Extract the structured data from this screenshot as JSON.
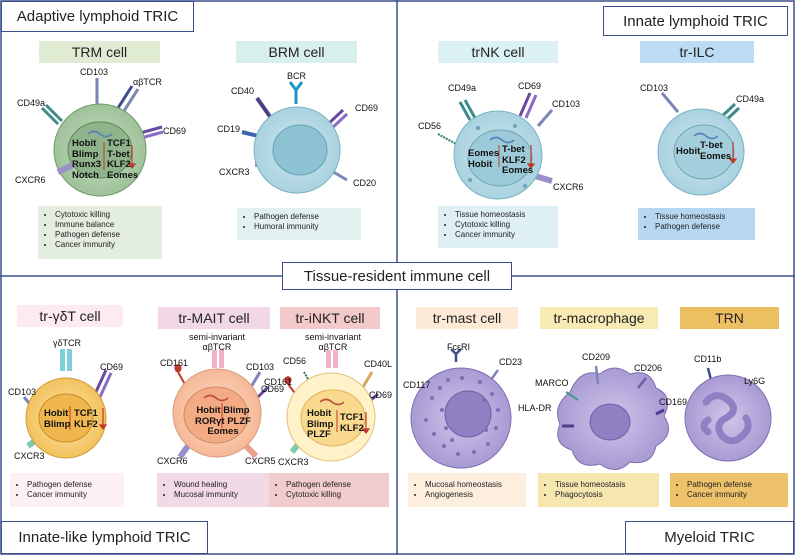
{
  "title": "Tissue-resident immune cell",
  "quadrants": {
    "adaptive": "Adaptive lymphoid TRIC",
    "innate": "Innate lymphoid TRIC",
    "innate_like": "Innate-like lymphoid TRIC",
    "myeloid": "Myeloid TRIC"
  },
  "colors": {
    "divider": "#3a4f8c",
    "arrow": "#c0392b"
  },
  "cells": {
    "trm": {
      "name": "TRM cell",
      "markers": [
        "CD103",
        "αβTCR",
        "CD49a",
        "CD69",
        "CXCR6"
      ],
      "factors_up": [
        "Hobit",
        "Blimp",
        "Runx3",
        "Notch"
      ],
      "factors_down": [
        "TCF1",
        "T-bet",
        "KLF2",
        "Eomes"
      ],
      "functions": [
        "Cytotoxic killing",
        "Immune balance",
        "Pathogen defense",
        "Cancer immunity"
      ]
    },
    "brm": {
      "name": "BRM cell",
      "markers": [
        "BCR",
        "CD40",
        "CD69",
        "CD19",
        "CXCR3",
        "CD20"
      ],
      "functions": [
        "Pathogen defense",
        "Humoral immunity"
      ]
    },
    "trnk": {
      "name": "trNK cell",
      "markers": [
        "CD49a",
        "CD69",
        "CD103",
        "CD56",
        "CXCR6"
      ],
      "factors_up": [
        "Eomes",
        "Hobit"
      ],
      "factors_down": [
        "T-bet",
        "KLF2",
        "Eomes"
      ],
      "functions": [
        "Tissue homeostasis",
        "Cytotoxic killing",
        "Cancer immunity"
      ]
    },
    "trilc": {
      "name": "tr-ILC",
      "markers": [
        "CD103",
        "CD49a"
      ],
      "factors_up": [
        "Hobit"
      ],
      "factors_down": [
        "T-bet",
        "Eomes"
      ],
      "functions": [
        "Tissue homeostasis",
        "Pathogen defense"
      ]
    },
    "trgdt": {
      "name": "tr-γδT cell",
      "markers": [
        "γδTCR",
        "CD103",
        "CD69",
        "CXCR3"
      ],
      "factors_up": [
        "Hobit",
        "Blimp"
      ],
      "factors_down": [
        "TCF1",
        "KLF2"
      ],
      "functions": [
        "Pathogen defense",
        "Cancer immunity"
      ]
    },
    "trmait": {
      "name": "tr-MAIT cell",
      "receptor": "semi-invariant αβTCR",
      "markers": [
        "CD161",
        "CD103",
        "CD69",
        "CXCR6",
        "CXCR5"
      ],
      "factors_up": [
        "Hobit Blimp",
        "RORγt PLZF",
        "Eomes"
      ],
      "functions": [
        "Wound healing",
        "Mucosal immunity"
      ]
    },
    "trinkt": {
      "name": "tr-iNKT cell",
      "receptor": "semi-invariant αβTCR",
      "markers": [
        "CD56",
        "CD40L",
        "CD161",
        "CD69",
        "CXCR3"
      ],
      "factors_up": [
        "Hobit",
        "Blimp",
        "PLZF"
      ],
      "factors_down": [
        "TCF1",
        "KLF2"
      ],
      "functions": [
        "Pathogen defense",
        "Cytotoxic killing"
      ]
    },
    "trmast": {
      "name": "tr-mast cell",
      "markers": [
        "FcεRI",
        "CD23",
        "CD117"
      ],
      "functions": [
        "Mucosal homeostasis",
        "Angiogenesis"
      ]
    },
    "trmac": {
      "name": "tr-macrophage",
      "markers": [
        "CD209",
        "MARCO",
        "CD206",
        "HLA-DR",
        "CD169"
      ],
      "functions": [
        "Tissue homeostasis",
        "Phagocytosis"
      ]
    },
    "trn": {
      "name": "TRN",
      "markers": [
        "CD11b",
        "Ly6G"
      ],
      "functions": [
        "Pathogen defense",
        "Cancer immunity"
      ]
    }
  }
}
